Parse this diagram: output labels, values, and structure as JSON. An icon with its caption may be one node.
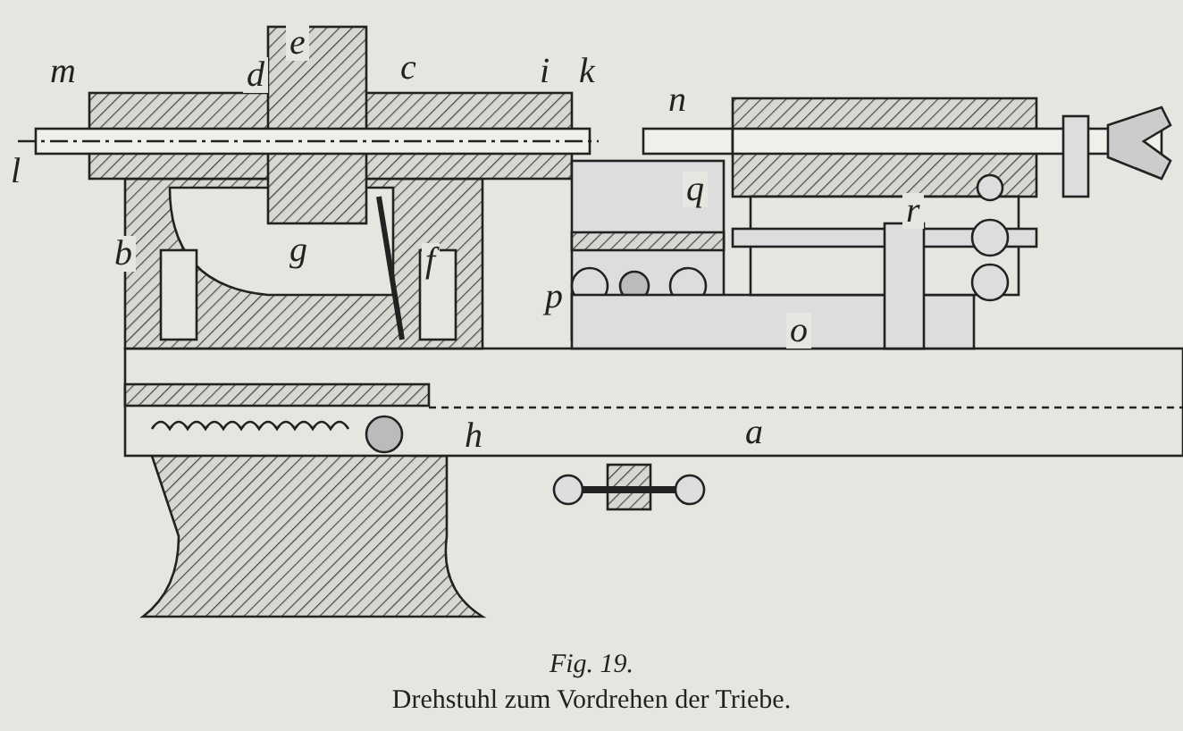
{
  "diagram": {
    "title": "Fig. 19.",
    "caption": "Drehstuhl zum Vordrehen der Triebe.",
    "labels": [
      "e",
      "d",
      "l",
      "m",
      "c",
      "i",
      "k",
      "n",
      "q",
      "r",
      "b",
      "g",
      "f",
      "p",
      "o",
      "h",
      "a"
    ]
  }
}
